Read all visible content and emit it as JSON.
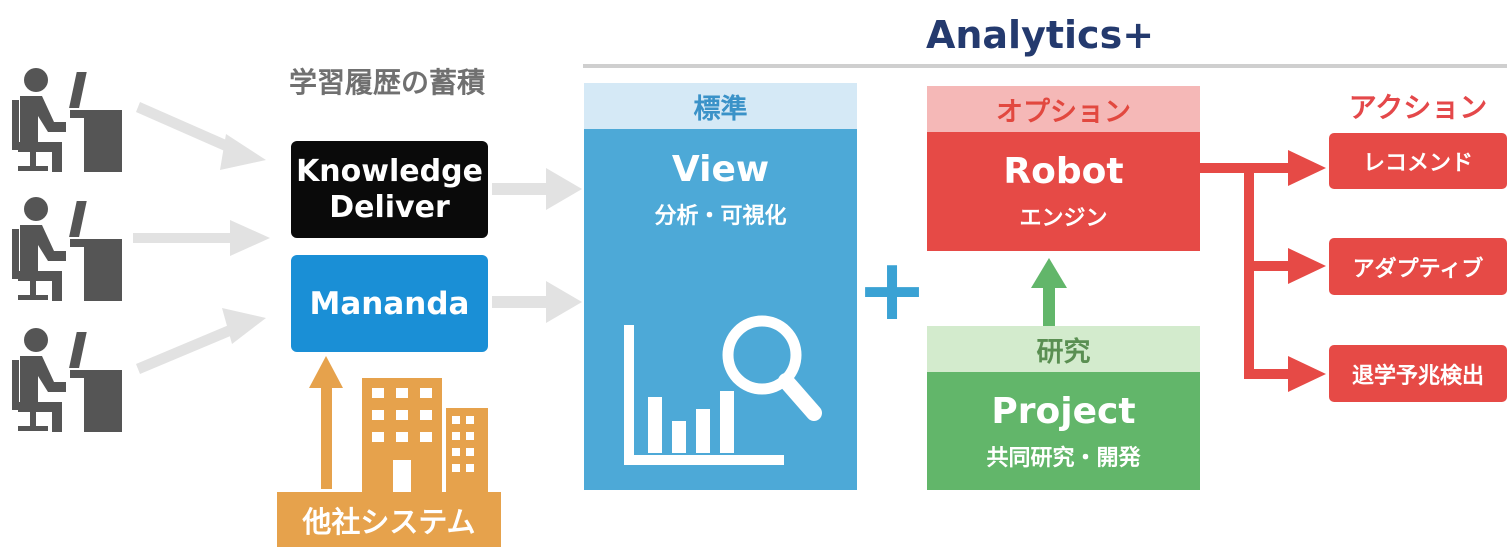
{
  "header": {
    "title": "Analytics+"
  },
  "learning": {
    "caption": "学習履歴の蓄積",
    "knowledge_deliver": [
      "Knowledge",
      "Deliver"
    ],
    "manabanda": "Mananda",
    "other_systems": "他社システム"
  },
  "standard": {
    "header": "標準",
    "title": "View",
    "subtitle": "分析・可視化"
  },
  "plus_sign": "+",
  "option": {
    "header": "オプション",
    "title": "Robot",
    "subtitle": "エンジン"
  },
  "research": {
    "header": "研究",
    "title": "Project",
    "subtitle": "共同研究・開発"
  },
  "actions": {
    "label": "アクション",
    "items": [
      "レコメンド",
      "アダプティブ",
      "退学予兆検出"
    ]
  },
  "colors": {
    "navy": "#243a6e",
    "blue": "#4da9d7",
    "red": "#e64a46",
    "green": "#62b66a",
    "orange": "#e6a24c",
    "gray_arrow": "#e2e2e2",
    "person": "#555555"
  }
}
